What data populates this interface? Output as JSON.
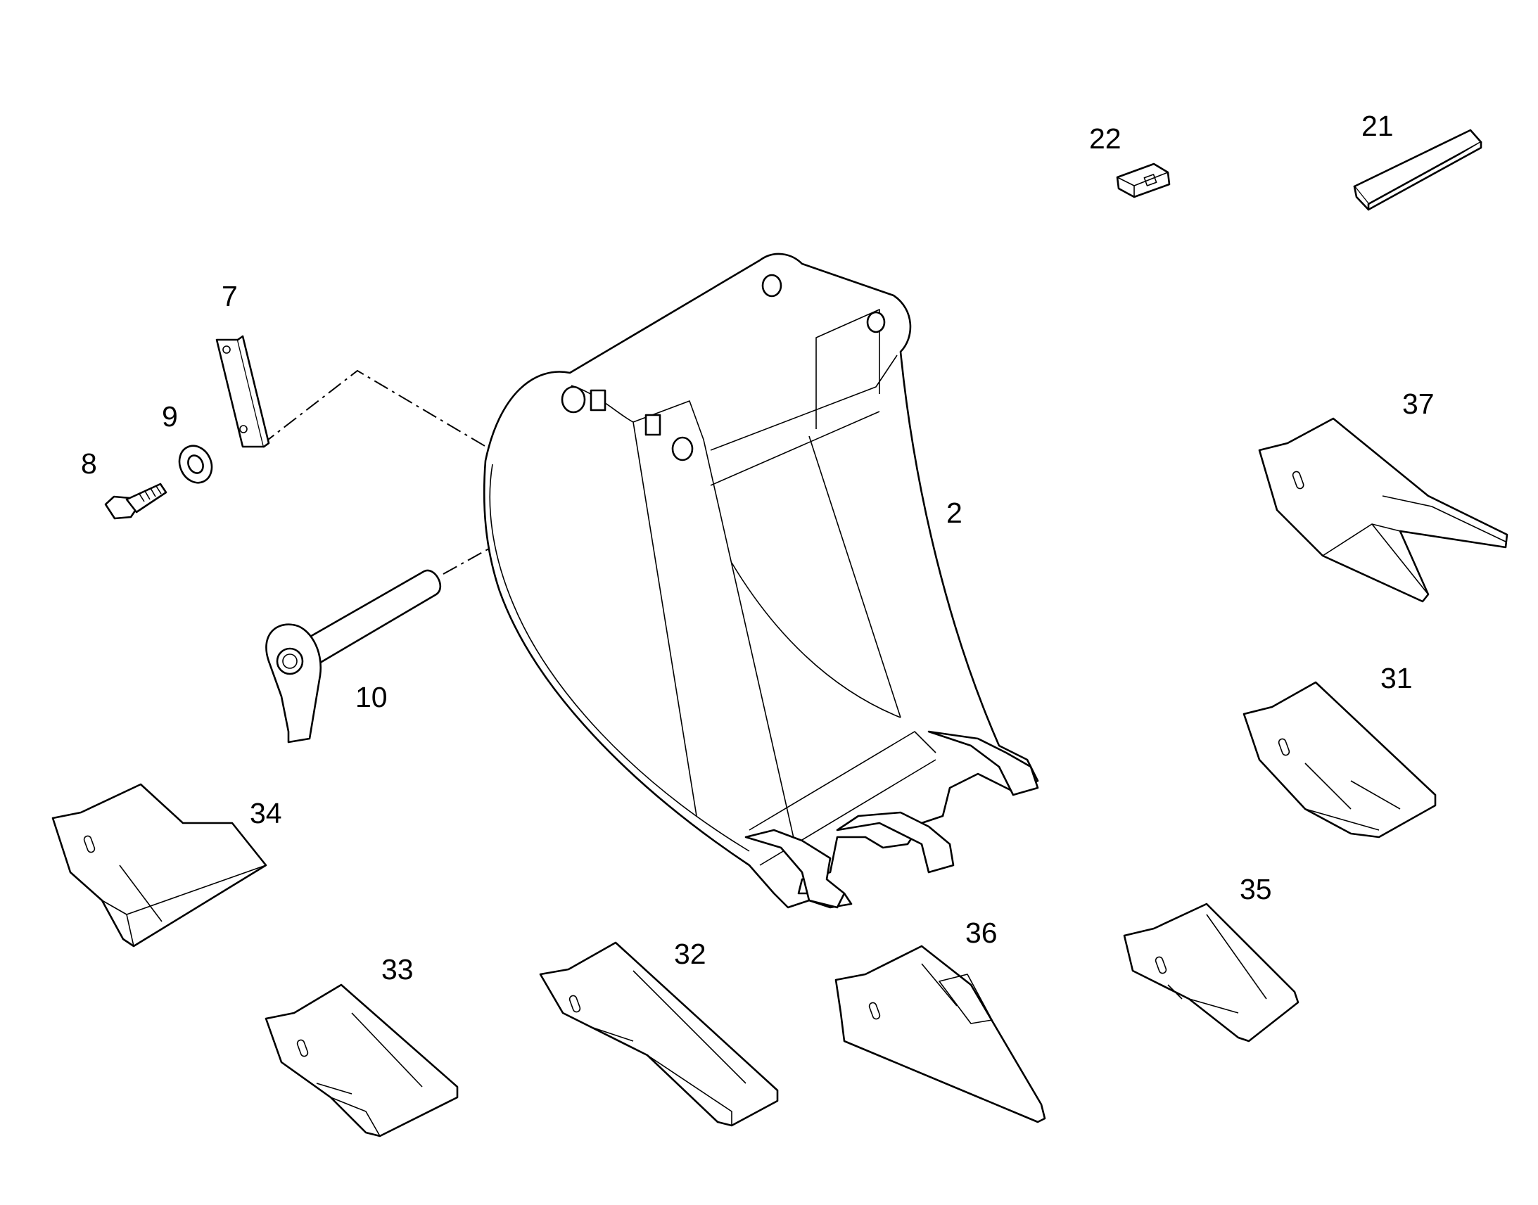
{
  "diagram": {
    "colors": {
      "line": "#000000",
      "background": "#ffffff"
    },
    "callouts": {
      "bucket": "2",
      "mounting_plate": "7",
      "bolt": "8",
      "washer": "9",
      "pin": "10",
      "side_cutter": "21",
      "retainer": "22",
      "tooth_31": "31",
      "tooth_32": "32",
      "tooth_33": "33",
      "tooth_34": "34",
      "tooth_35": "35",
      "tooth_36": "36",
      "tooth_37": "37"
    }
  }
}
